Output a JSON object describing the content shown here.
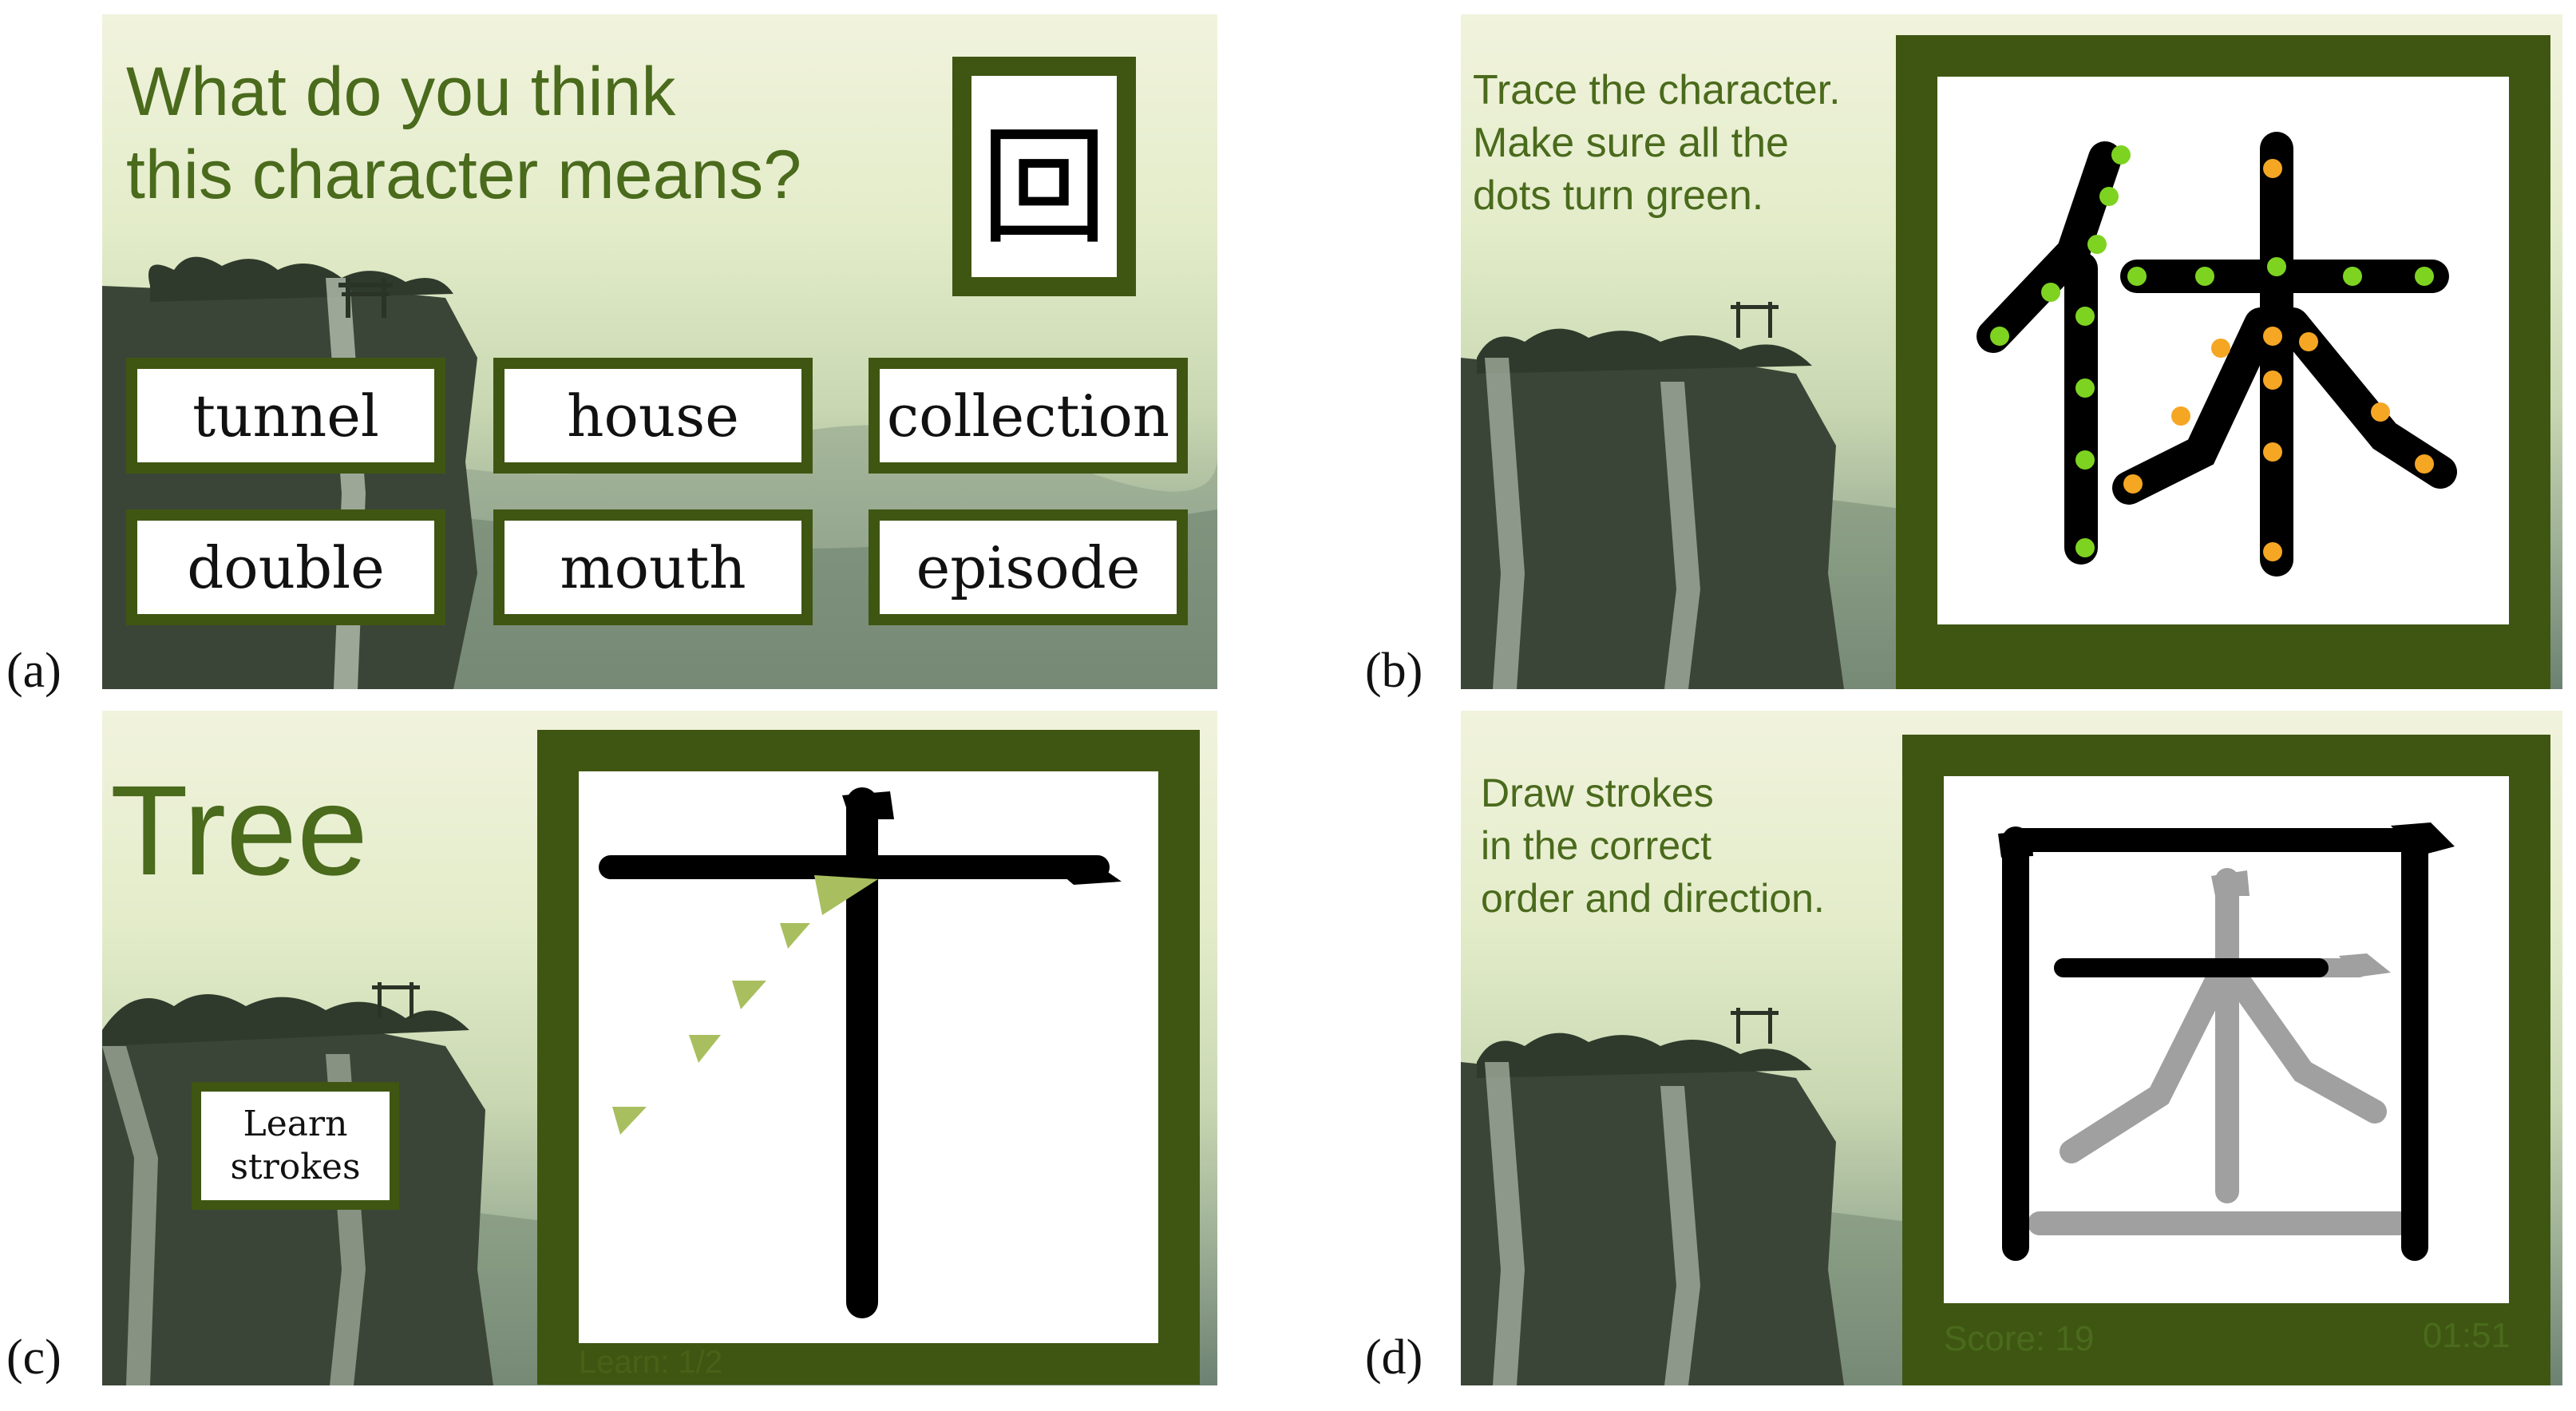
{
  "panels": {
    "a": {
      "label": "(a)",
      "prompt": "What do you think\nthis character means?",
      "character": "回",
      "options": [
        "tunnel",
        "house",
        "collection",
        "double",
        "mouth",
        "episode"
      ]
    },
    "b": {
      "label": "(b)",
      "instruction": "Trace the character.\nMake sure all the\ndots turn green.",
      "character": "休"
    },
    "c": {
      "label": "(c)",
      "word": "Tree",
      "button": "Learn\nstrokes",
      "progress": "Learn: 1/2"
    },
    "d": {
      "label": "(d)",
      "instruction": "Draw strokes\nin the correct\norder and direction.",
      "character": "困",
      "score": "Score: 19",
      "timer": "01:51"
    }
  },
  "colors": {
    "frame": "#3f5612",
    "text_green": "#4a6a1c",
    "dot_done": "#7ed321",
    "dot_todo": "#f5a623",
    "arrow": "#a9bf5f",
    "ghost_stroke": "#a0a0a0"
  }
}
